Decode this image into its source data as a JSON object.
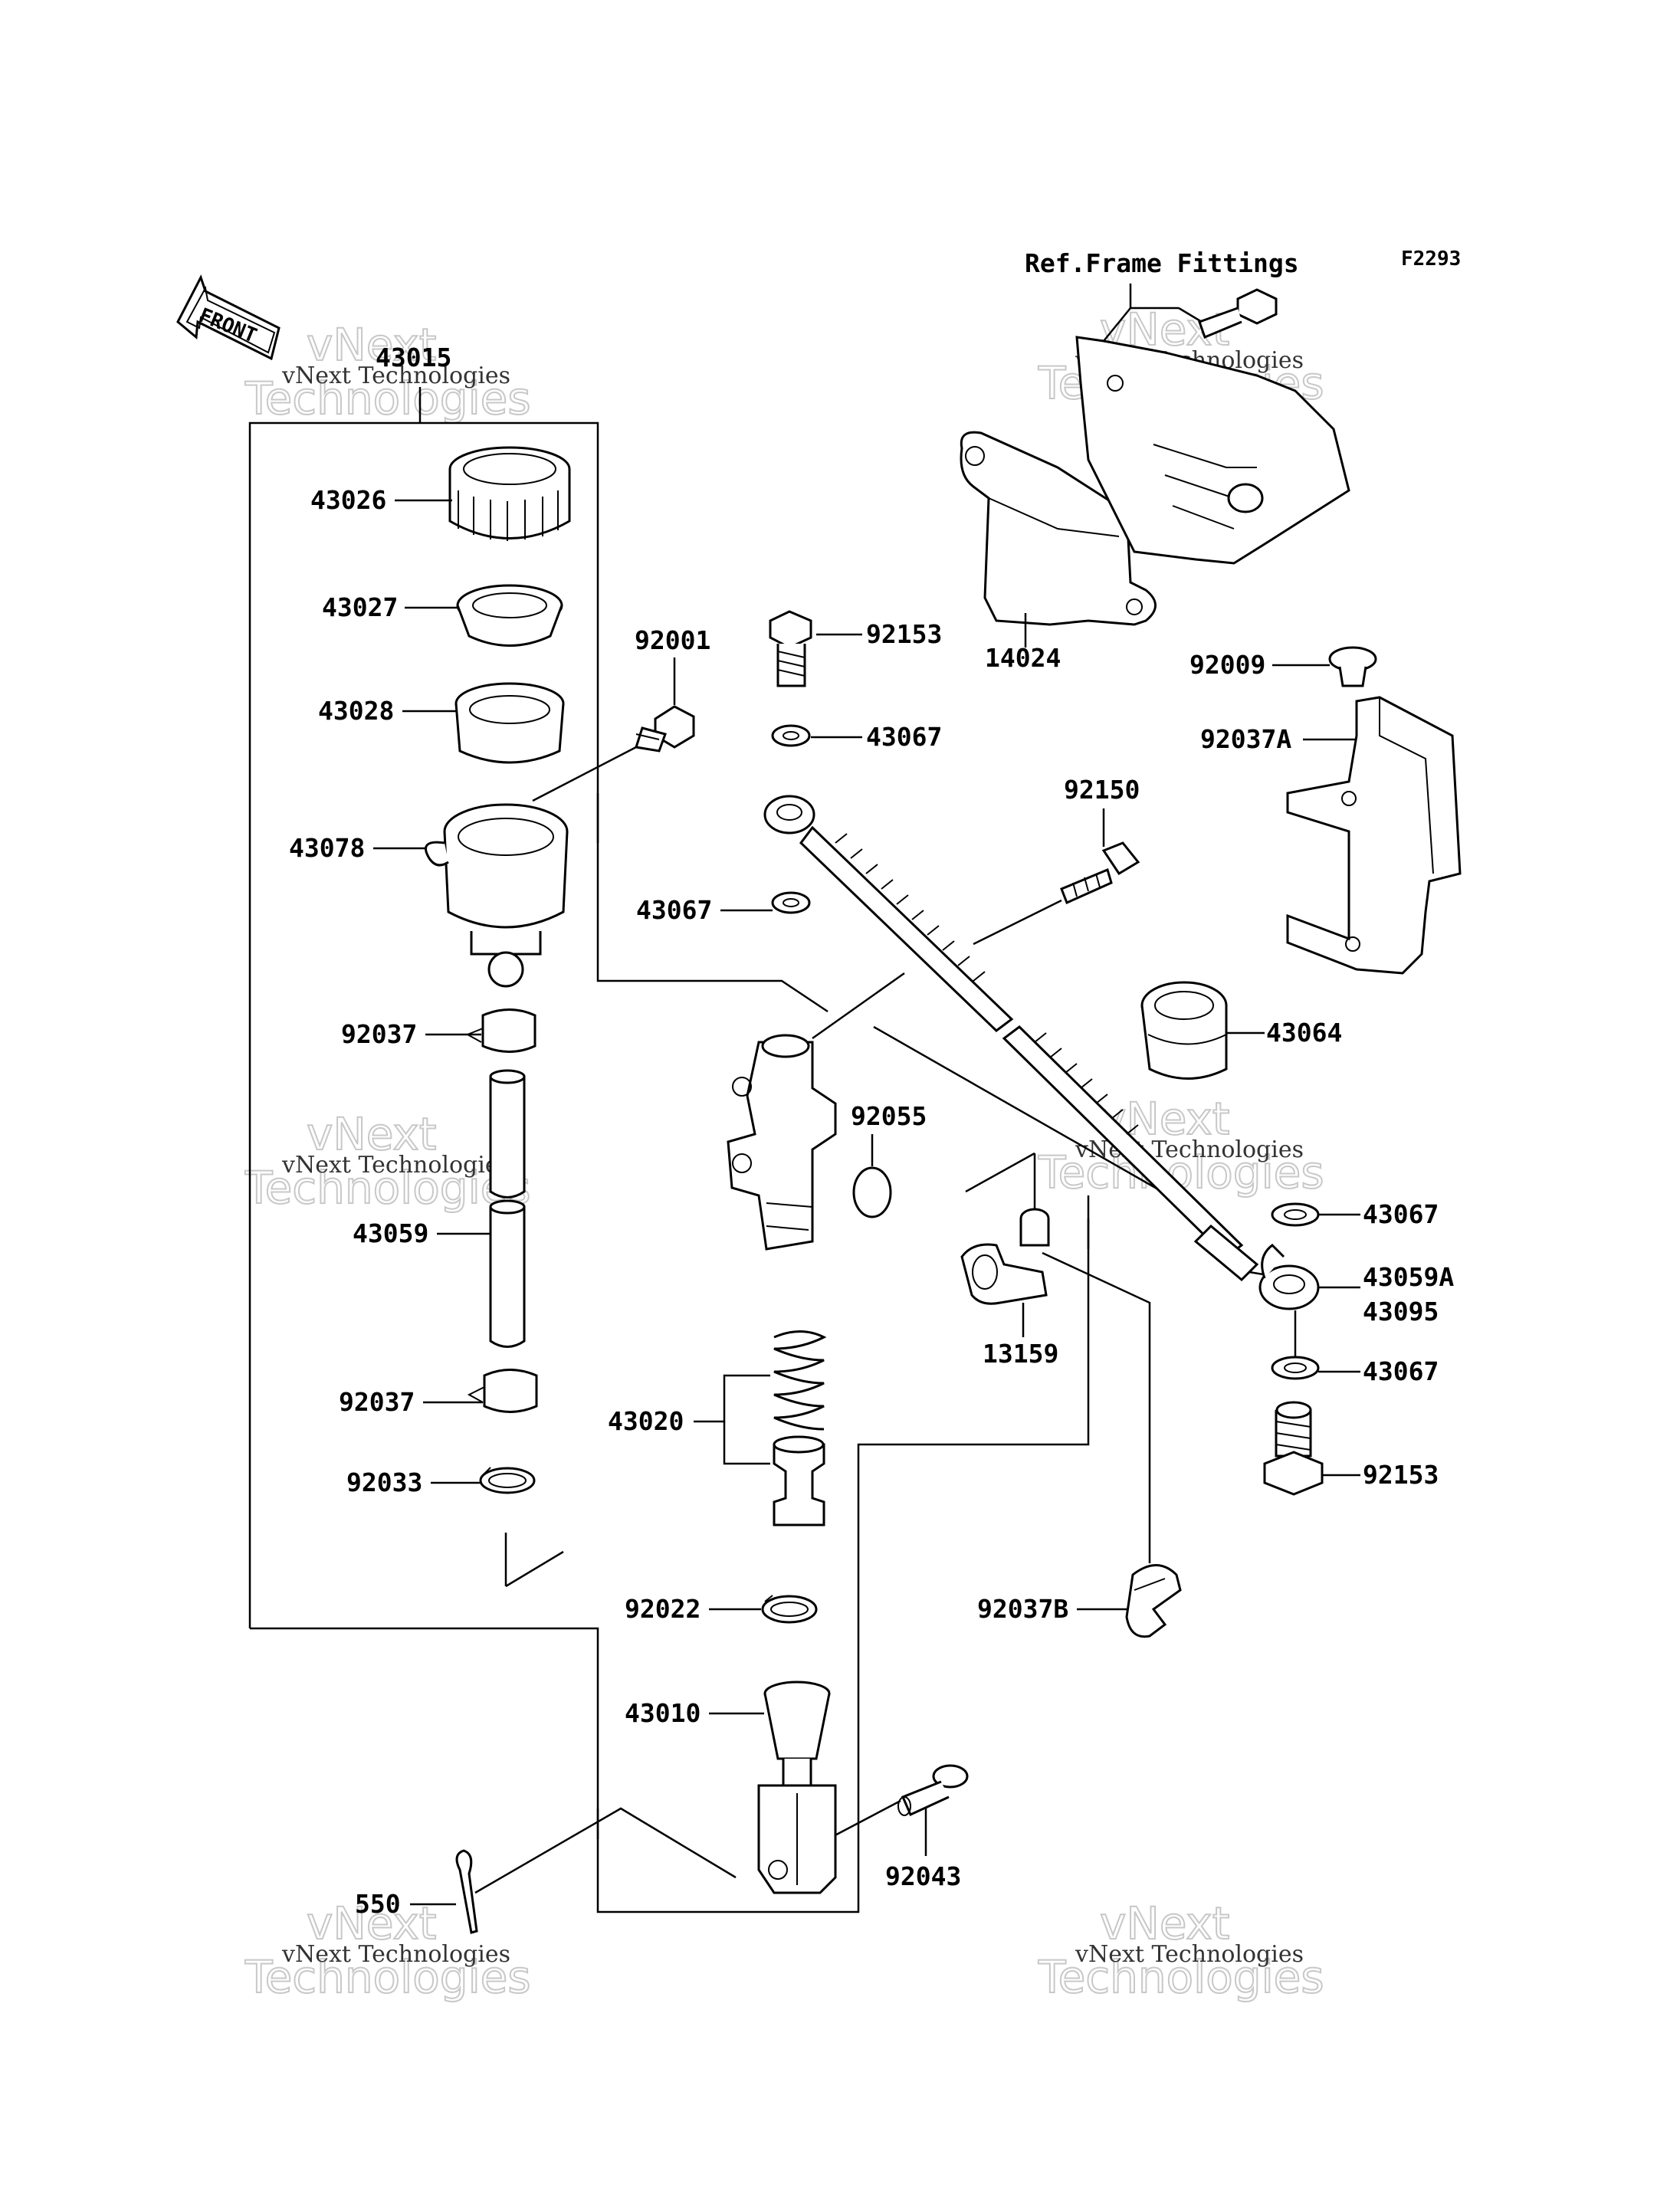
{
  "code": "F2293",
  "front_label": "FRONT",
  "ref_label": "Ref.Frame Fittings",
  "watermarks": {
    "small": "vNext Technologies",
    "big_line1": "vNext",
    "big_line2": "Technologies"
  },
  "parts": {
    "p43015": "43015",
    "p43026": "43026",
    "p43027": "43027",
    "p43028": "43028",
    "p43078": "43078",
    "p92037_a": "92037",
    "p43059": "43059",
    "p92037_b": "92037",
    "p92033": "92033",
    "p92001": "92001",
    "p92153_a": "92153",
    "p43067_a": "43067",
    "p43067_b": "43067",
    "p92150": "92150",
    "p92055": "92055",
    "p43020": "43020",
    "p92022": "92022",
    "p43010": "43010",
    "p550": "550",
    "p92043": "92043",
    "p14024": "14024",
    "p92009": "92009",
    "p92037A": "92037A",
    "p43064": "43064",
    "p43067_c": "43067",
    "p43059A": "43059A",
    "p43095": "43095",
    "p43067_d": "43067",
    "p92153_b": "92153",
    "p13159": "13159",
    "p92037B": "92037B"
  }
}
